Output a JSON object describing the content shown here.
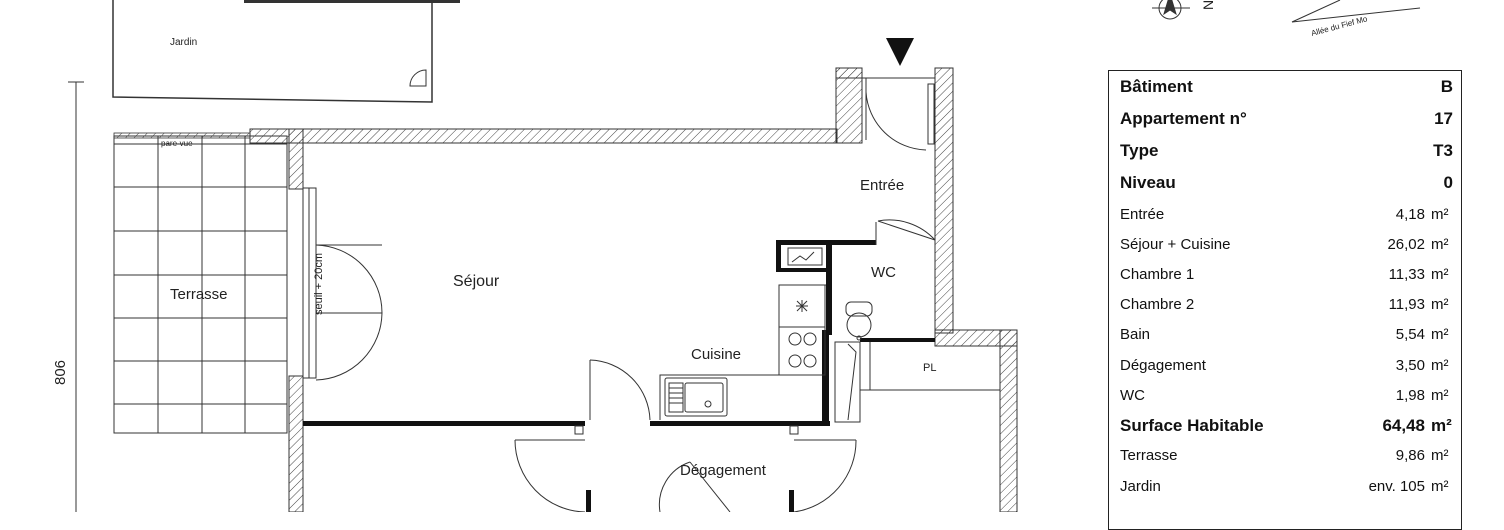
{
  "rooms": {
    "jardin": "Jardin",
    "pare_vue": "pare-vue",
    "terrasse": "Terrasse",
    "seuil": "seuil + 20cm",
    "sejour": "Séjour",
    "entree": "Entrée",
    "wc": "WC",
    "cuisine": "Cuisine",
    "pl": "PL",
    "degagement": "Dégagement"
  },
  "dimension": "806",
  "compass": {
    "north": "N",
    "street": "Allée du Fief Mo"
  },
  "table": {
    "header": [
      {
        "label": "Bâtiment",
        "value": "B"
      },
      {
        "label": "Appartement n°",
        "value": "17"
      },
      {
        "label": "Type",
        "value": "T3"
      },
      {
        "label": "Niveau",
        "value": "0"
      }
    ],
    "rooms": [
      {
        "label": "Entrée",
        "value": "4,18",
        "unit": "m²"
      },
      {
        "label": "Séjour + Cuisine",
        "value": "26,02",
        "unit": "m²"
      },
      {
        "label": "Chambre 1",
        "value": "11,33",
        "unit": "m²"
      },
      {
        "label": "Chambre 2",
        "value": "11,93",
        "unit": "m²"
      },
      {
        "label": "Bain",
        "value": "5,54",
        "unit": "m²"
      },
      {
        "label": "Dégagement",
        "value": "3,50",
        "unit": "m²"
      },
      {
        "label": "WC",
        "value": "1,98",
        "unit": "m²"
      }
    ],
    "total": {
      "label": "Surface Habitable",
      "value": "64,48",
      "unit": "m²"
    },
    "outside": [
      {
        "label": "Terrasse",
        "value": "9,86",
        "unit": "m²"
      },
      {
        "label": "Jardin",
        "value": "env. 105",
        "unit": "m²"
      }
    ]
  }
}
